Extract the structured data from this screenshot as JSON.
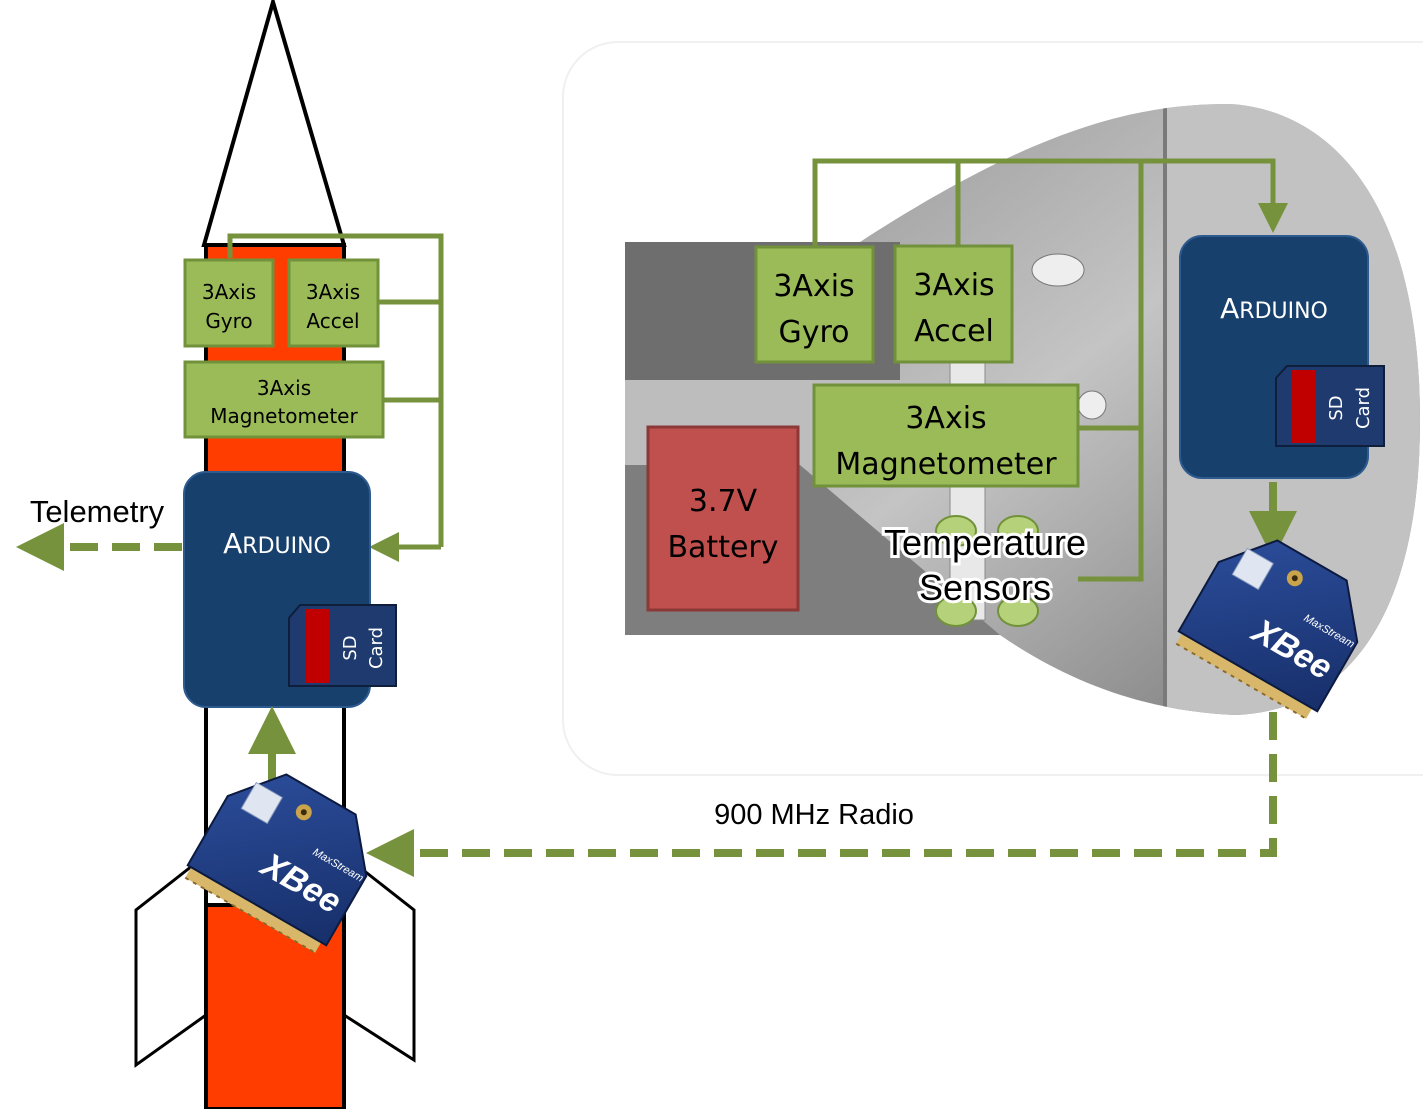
{
  "left_payload": {
    "gyro": {
      "line1": "3Axis",
      "line2": "Gyro"
    },
    "accel": {
      "line1": "3Axis",
      "line2": "Accel"
    },
    "magnetometer": {
      "line1": "3Axis",
      "line2": "Magnetometer"
    },
    "arduino": {
      "label_cap": "A",
      "label_rest": "RDUINO"
    },
    "sd_card": {
      "line1": "SD",
      "line2": "Card"
    },
    "xbee": {
      "brand": "XBee",
      "maker": "MaxStream"
    }
  },
  "telemetry_label": "Telemetry",
  "radio_label": "900 MHz Radio",
  "right_payload": {
    "gyro": {
      "line1": "3Axis",
      "line2": "Gyro"
    },
    "accel": {
      "line1": "3Axis",
      "line2": "Accel"
    },
    "magnetometer": {
      "line1": "3Axis",
      "line2": "Magnetometer"
    },
    "battery": {
      "line1": "3.7V",
      "line2": "Battery"
    },
    "temperature": {
      "line1": "Temperature",
      "line2": "Sensors"
    },
    "arduino": {
      "label_cap": "A",
      "label_rest": "RDUINO"
    },
    "sd_card": {
      "line1": "SD",
      "line2": "Card"
    },
    "xbee": {
      "brand": "XBee",
      "maker": "MaxStream"
    }
  },
  "colors": {
    "green_box": "#9bbb59",
    "green_border": "#71923a",
    "connector": "#76923c",
    "arduino": "#17406d",
    "battery": "#c0504d",
    "rocket_body": "#ff3d00",
    "sd_red": "#c00000",
    "sd_blue": "#1f3a6e"
  }
}
